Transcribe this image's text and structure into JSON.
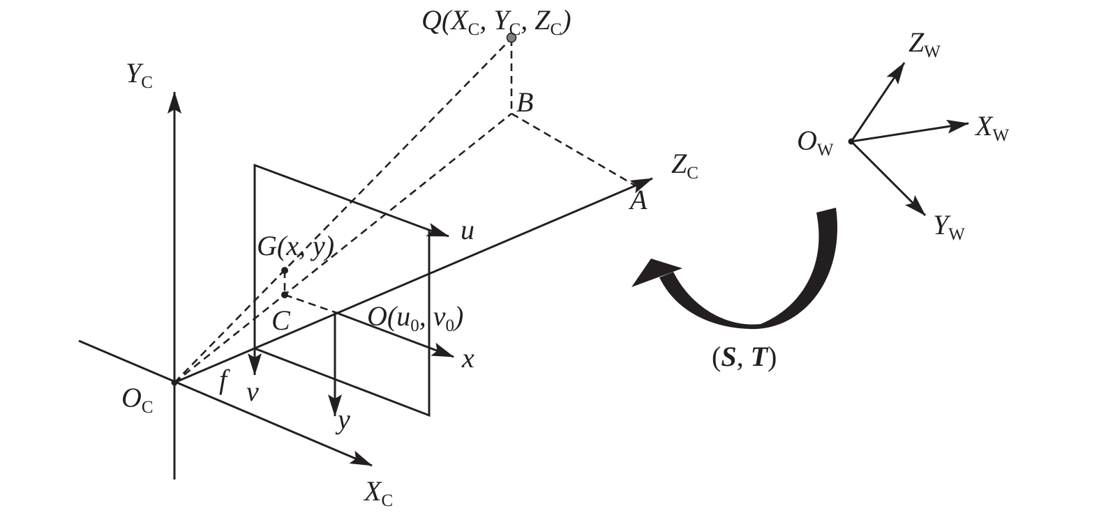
{
  "labels": {
    "Q": {
      "main": "Q(X",
      "s1": "C",
      "t1": ", Y",
      "s2": "C",
      "t2": ", Z",
      "s3": "C",
      "t3": ")"
    },
    "YC": {
      "main": "Y",
      "sub": "C"
    },
    "XC": {
      "main": "X",
      "sub": "C"
    },
    "ZC": {
      "main": "Z",
      "sub": "C"
    },
    "OC": {
      "main": "O",
      "sub": "C"
    },
    "B": "B",
    "A": "A",
    "C": "C",
    "G": "G(x, y)",
    "O": {
      "a": "O(u",
      "s1": "0",
      "b": ", v",
      "s2": "0",
      "c": ")"
    },
    "u": "u",
    "v": "v",
    "x": "x",
    "y": "y",
    "f": "f",
    "OW": {
      "main": "O",
      "sub": "W"
    },
    "XW": {
      "main": "X",
      "sub": "W"
    },
    "YW": {
      "main": "Y",
      "sub": "W"
    },
    "ZW": {
      "main": "Z",
      "sub": "W"
    },
    "transform": {
      "open": "(",
      "S": "S",
      "comma": ", ",
      "T": "T",
      "close": ")"
    }
  },
  "colors": {
    "ink": "#231f20",
    "point": "#808080"
  }
}
